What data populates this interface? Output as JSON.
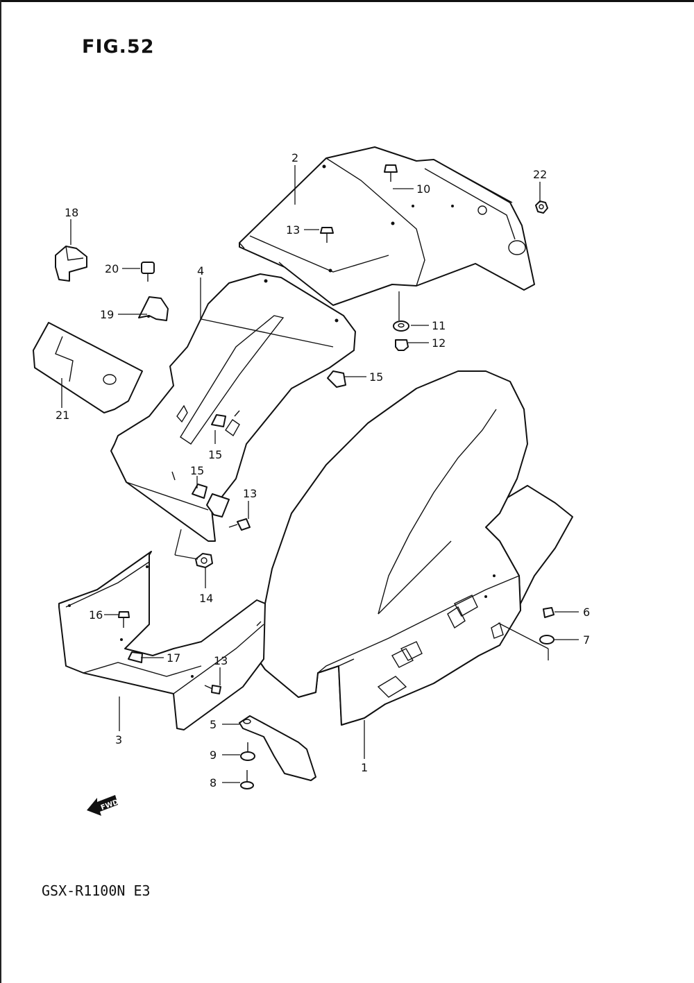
{
  "figure": {
    "title": "FIG.52",
    "model": "GSX-R1100N E3",
    "fwd_label": "FWD"
  },
  "callouts": [
    {
      "id": "c1",
      "text": "1"
    },
    {
      "id": "c2",
      "text": "2"
    },
    {
      "id": "c3",
      "text": "3"
    },
    {
      "id": "c4",
      "text": "4"
    },
    {
      "id": "c5",
      "text": "5"
    },
    {
      "id": "c6",
      "text": "6"
    },
    {
      "id": "c7",
      "text": "7"
    },
    {
      "id": "c8",
      "text": "8"
    },
    {
      "id": "c9",
      "text": "9"
    },
    {
      "id": "c10",
      "text": "10"
    },
    {
      "id": "c11",
      "text": "11"
    },
    {
      "id": "c12",
      "text": "12"
    },
    {
      "id": "c13a",
      "text": "13"
    },
    {
      "id": "c13b",
      "text": "13"
    },
    {
      "id": "c13c",
      "text": "13"
    },
    {
      "id": "c14",
      "text": "14"
    },
    {
      "id": "c15a",
      "text": "15"
    },
    {
      "id": "c15b",
      "text": "15"
    },
    {
      "id": "c15c",
      "text": "15"
    },
    {
      "id": "c16",
      "text": "16"
    },
    {
      "id": "c17",
      "text": "17"
    },
    {
      "id": "c18",
      "text": "18"
    },
    {
      "id": "c19",
      "text": "19"
    },
    {
      "id": "c20",
      "text": "20"
    },
    {
      "id": "c21",
      "text": "21"
    },
    {
      "id": "c22",
      "text": "22"
    }
  ]
}
